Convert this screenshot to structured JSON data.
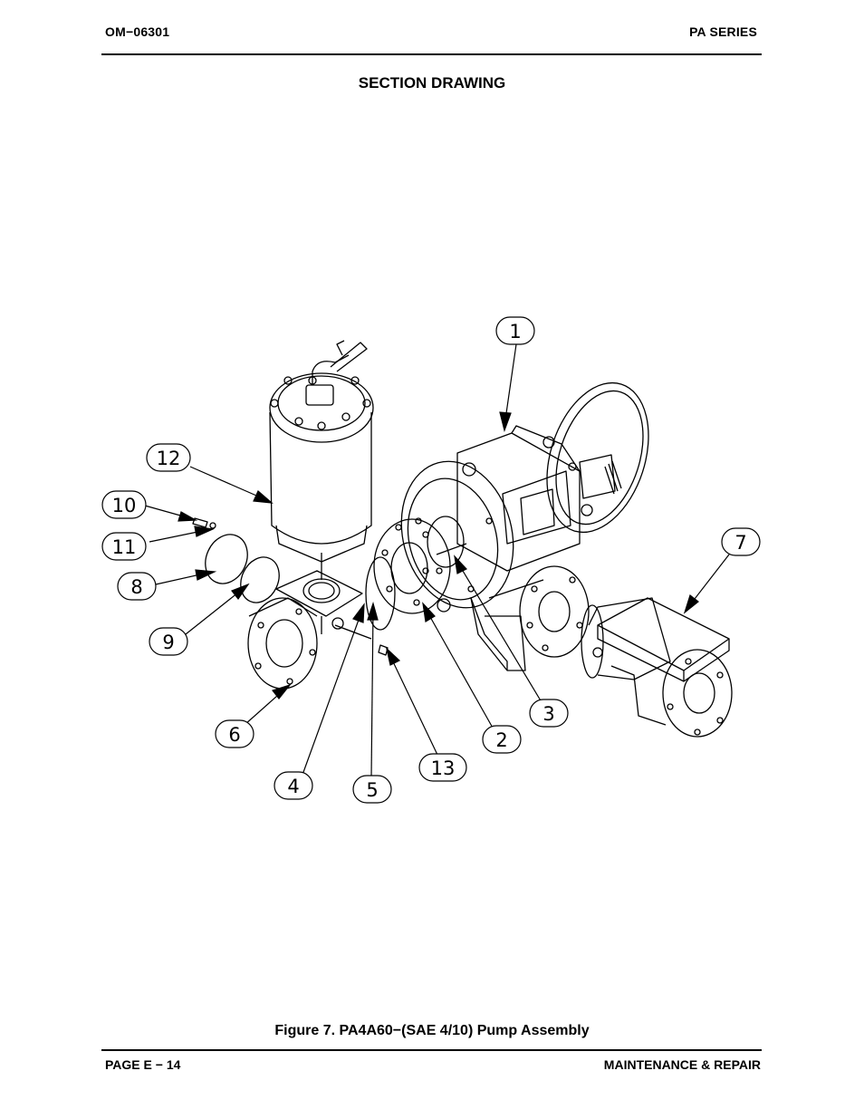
{
  "header": {
    "left": "OM−06301",
    "right": "PA SERIES"
  },
  "section_title": "SECTION DRAWING",
  "figure_caption": "Figure 7. PA4A60−(SAE 4/10) Pump Assembly",
  "footer": {
    "left": "PAGE E − 14",
    "right": "MAINTENANCE & REPAIR"
  },
  "callouts": [
    "1",
    "2",
    "3",
    "4",
    "5",
    "6",
    "7",
    "8",
    "9",
    "10",
    "11",
    "12",
    "13"
  ],
  "drawing_parts": [
    "pump-assembly-drawing"
  ]
}
